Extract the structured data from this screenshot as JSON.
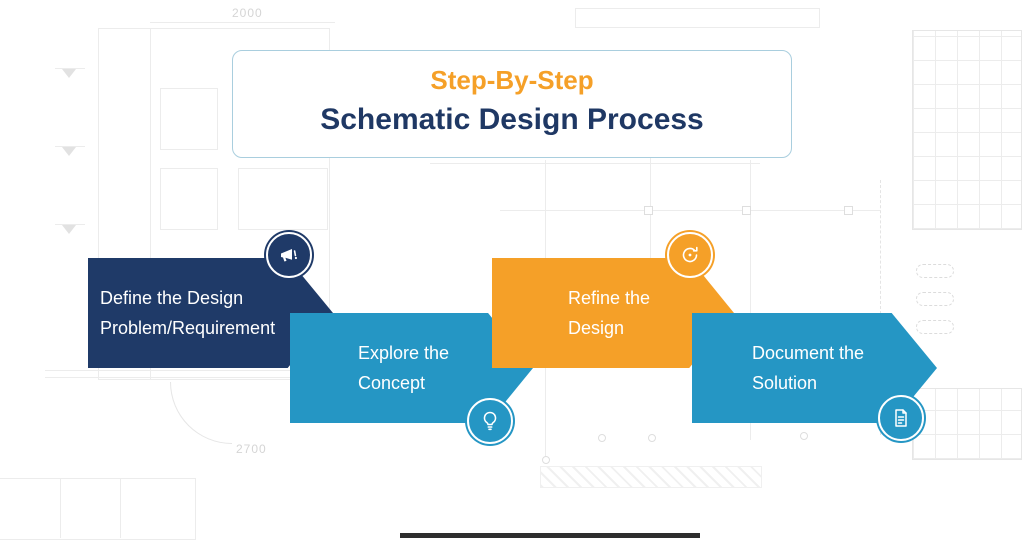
{
  "title": {
    "subtitle": "Step-By-Step",
    "main": "Schematic Design Process"
  },
  "steps": [
    {
      "label": "Define the Design Problem/Requirement",
      "icon": "alert-megaphone-icon",
      "color": "#1f3a68"
    },
    {
      "label": "Explore the Concept",
      "icon": "lightbulb-icon",
      "color": "#2596c4"
    },
    {
      "label": "Refine the Design",
      "icon": "refine-cycle-icon",
      "color": "#f5a028"
    },
    {
      "label": "Document the Solution",
      "icon": "document-pencil-icon",
      "color": "#2596c4"
    }
  ],
  "background": {
    "dim_top": "2000",
    "dim_bottom": "2700"
  },
  "colors": {
    "step_navy": "#1f3a68",
    "step_teal": "#2596c4",
    "step_orange": "#f5a028",
    "title_orange": "#f5a028",
    "title_navy": "#1f3864",
    "title_border": "#a9cede",
    "blueprint_line": "#e9e9e9",
    "step_text": "#ffffff"
  }
}
